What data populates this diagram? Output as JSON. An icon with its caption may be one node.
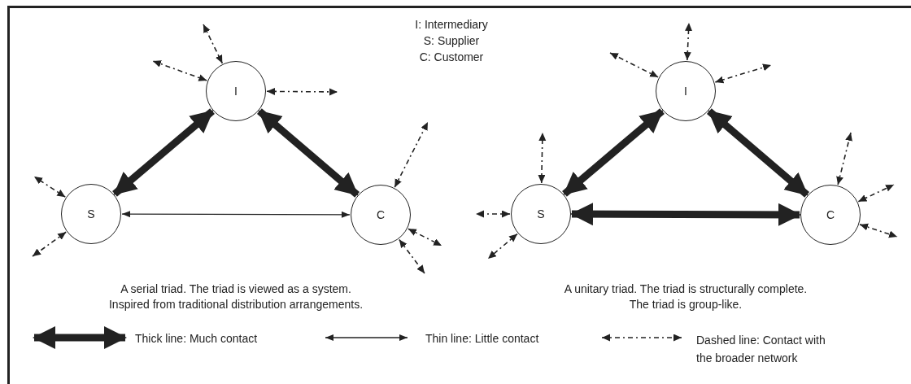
{
  "diagram": {
    "nodes": [
      {
        "text": [
          "I"
        ]
      },
      {
        "text": [
          "S"
        ]
      },
      {
        "text": [
          "C"
        ]
      },
      {
        "text": [
          "I"
        ]
      },
      {
        "text": [
          "S"
        ]
      },
      {
        "text": [
          "C"
        ]
      }
    ],
    "edges": [
      {
        "from": 1,
        "to": 0,
        "arrow": "both",
        "style": "thick"
      },
      {
        "from": 0,
        "to": 2,
        "arrow": "both",
        "style": "thick"
      },
      {
        "from": 1,
        "to": 2,
        "arrow": "both"
      },
      {
        "from": 0,
        "to": null,
        "arrow": "both",
        "style": "dashed"
      },
      {
        "from": 0,
        "to": null,
        "arrow": "both",
        "style": "dashed"
      },
      {
        "from": 0,
        "to": null,
        "arrow": "both",
        "style": "dashed"
      },
      {
        "from": 1,
        "to": null,
        "arrow": "both",
        "style": "dashed"
      },
      {
        "from": 1,
        "to": null,
        "arrow": "both",
        "style": "dashed"
      },
      {
        "from": 2,
        "to": null,
        "arrow": "both",
        "style": "dashed"
      },
      {
        "from": 2,
        "to": null,
        "arrow": "both",
        "style": "dashed"
      },
      {
        "from": 2,
        "to": null,
        "arrow": "both",
        "style": "dashed"
      },
      {
        "from": 4,
        "to": 3,
        "arrow": "both",
        "style": "thick"
      },
      {
        "from": 3,
        "to": 5,
        "arrow": "both",
        "style": "thick"
      },
      {
        "from": 4,
        "to": 5,
        "arrow": "both",
        "style": "thick"
      },
      {
        "from": 3,
        "to": null,
        "arrow": "both",
        "style": "dashed"
      },
      {
        "from": 3,
        "to": null,
        "arrow": "both",
        "style": "dashed"
      },
      {
        "from": 3,
        "to": null,
        "arrow": "both",
        "style": "dashed"
      },
      {
        "from": 4,
        "to": null,
        "arrow": "both",
        "style": "dashed"
      },
      {
        "from": 4,
        "to": null,
        "arrow": "both",
        "style": "dashed"
      },
      {
        "from": 4,
        "to": null,
        "arrow": "both",
        "style": "dashed"
      },
      {
        "from": 5,
        "to": null,
        "arrow": "both",
        "style": "dashed"
      },
      {
        "from": 5,
        "to": null,
        "arrow": "both",
        "style": "dashed"
      },
      {
        "from": 5,
        "to": null,
        "arrow": "both",
        "style": "dashed"
      }
    ],
    "labels": [
      "I: Intermediary",
      "S: Supplier",
      "C: Customer",
      "A serial triad. The triad is viewed as a system.",
      "Inspired from traditional distribution arrangements.",
      "A unitary triad. The triad is structurally complete.",
      "The triad is group-like."
    ],
    "legend": [
      {
        "text": "Thick line: Much contact"
      },
      {
        "text": "Thin line: Little contact"
      },
      {
        "text": "Dashed line: Contact with the broader network"
      }
    ]
  }
}
